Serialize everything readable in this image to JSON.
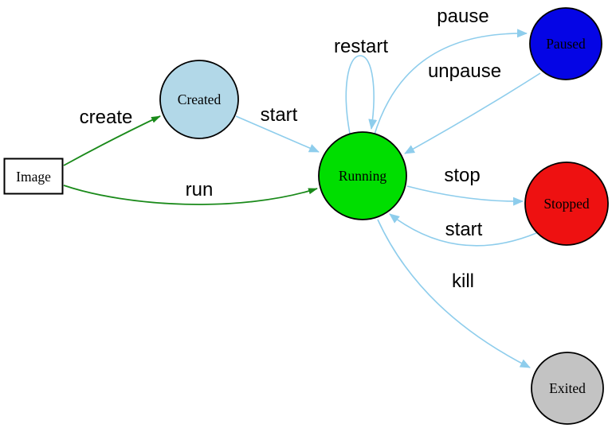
{
  "diagram": {
    "background": "#ffffff",
    "edge_colors": {
      "action": "#8ecdec",
      "creation": "#1a8a1a"
    },
    "nodes": {
      "image": {
        "label": "Image",
        "fill": "#ffffff",
        "border": "#2233cc"
      },
      "created": {
        "label": "Created",
        "fill": "#b2d8e8"
      },
      "running": {
        "label": "Running",
        "fill": "#00de00"
      },
      "paused": {
        "label": "Paused",
        "fill": "#0505e5"
      },
      "stopped": {
        "label": "Stopped",
        "fill": "#ee1111"
      },
      "exited": {
        "label": "Exited",
        "fill": "#c3c3c3"
      }
    },
    "edges": {
      "create": {
        "label": "create",
        "from": "Image",
        "to": "Created"
      },
      "run": {
        "label": "run",
        "from": "Image",
        "to": "Running"
      },
      "start": {
        "label": "start",
        "from": "Created",
        "to": "Running"
      },
      "restart": {
        "label": "restart",
        "from": "Running",
        "to": "Running"
      },
      "pause": {
        "label": "pause",
        "from": "Running",
        "to": "Paused"
      },
      "unpause": {
        "label": "unpause",
        "from": "Paused",
        "to": "Running"
      },
      "stop": {
        "label": "stop",
        "from": "Running",
        "to": "Stopped"
      },
      "start_again": {
        "label": "start",
        "from": "Stopped",
        "to": "Running"
      },
      "kill": {
        "label": "kill",
        "from": "Running",
        "to": "Exited"
      }
    }
  }
}
